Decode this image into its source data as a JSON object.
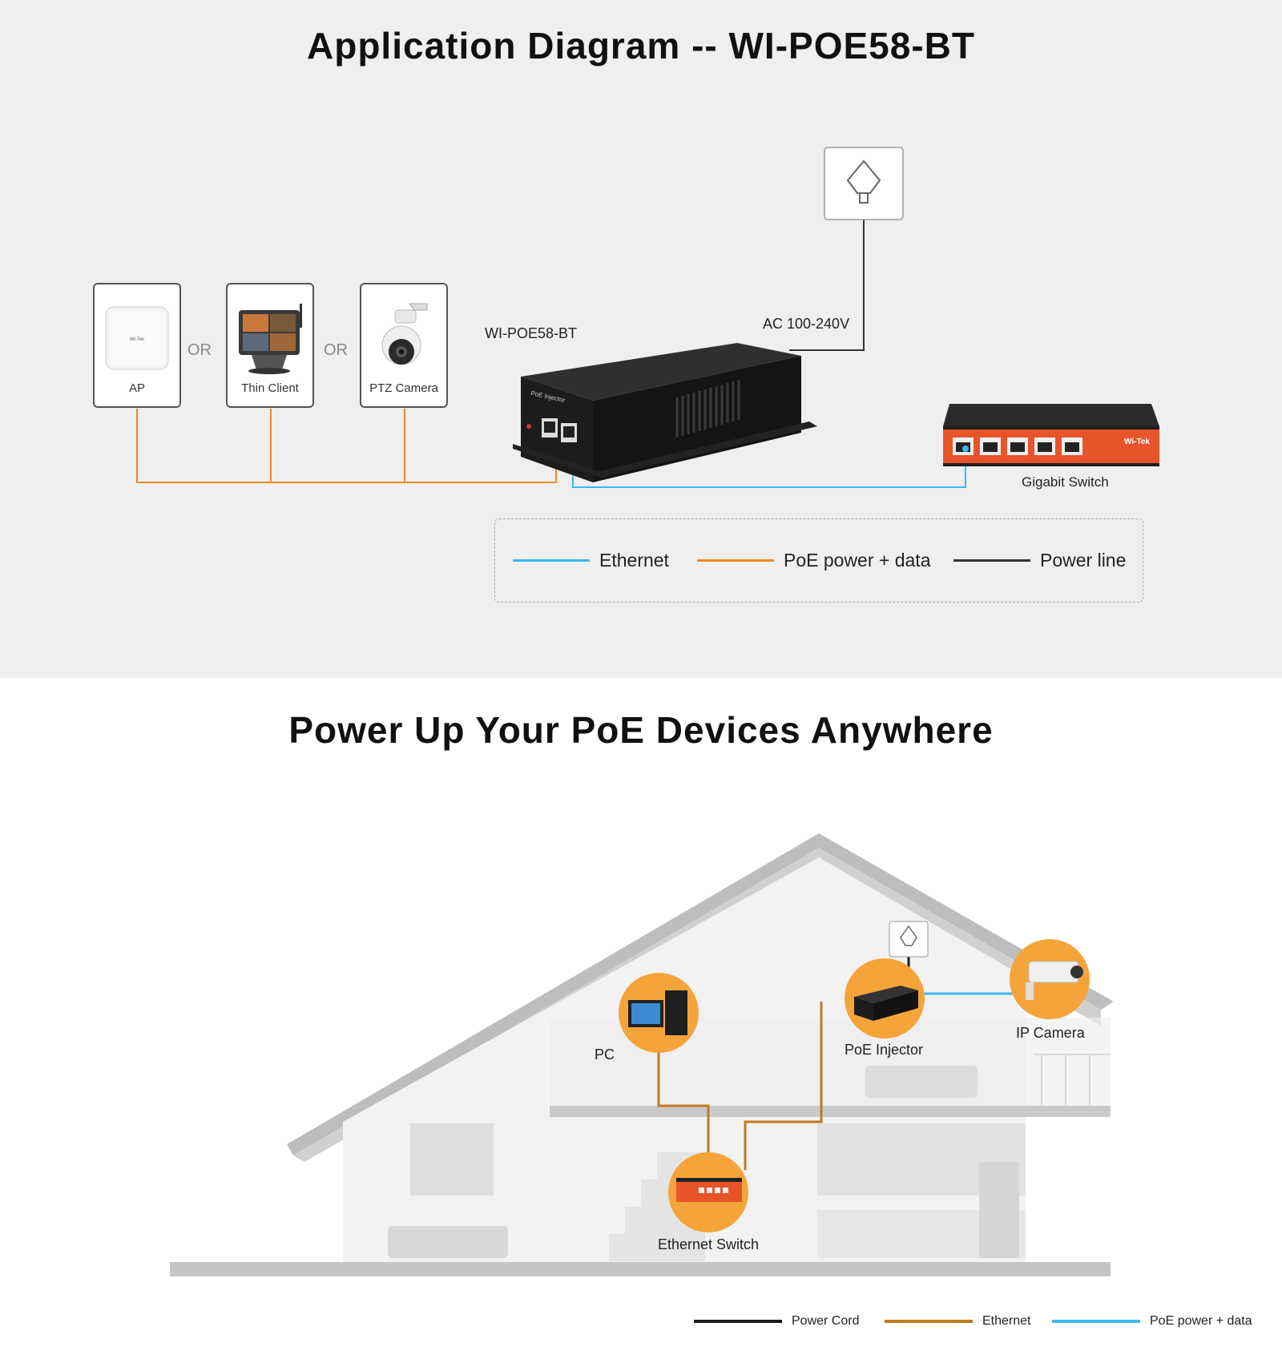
{
  "diagram1": {
    "title": "Application Diagram -- WI-POE58-BT",
    "devices": [
      {
        "label": "AP"
      },
      {
        "label": "Thin Client"
      },
      {
        "label": "PTZ Camera"
      }
    ],
    "or_label": "OR",
    "injector_label": "WI-POE58-BT",
    "injector_face_text": "PoE Injector",
    "power_label": "AC  100-240V",
    "switch_label": "Gigabit Switch",
    "switch_brand": "Wi-Tek",
    "legend": [
      {
        "label": "Ethernet",
        "color": "#3cb8f0"
      },
      {
        "label": "PoE power + data",
        "color": "#f08a24"
      },
      {
        "label": "Power line",
        "color": "#333333"
      }
    ]
  },
  "diagram2": {
    "title": "Power Up Your PoE Devices Anywhere",
    "labels": {
      "pc": "PC",
      "poe_injector": "PoE Injector",
      "ip_camera": "IP Camera",
      "ethernet_switch": "Ethernet Switch"
    },
    "legend": [
      {
        "label": "Power Cord",
        "color": "#1a1a1a"
      },
      {
        "label": "Ethernet",
        "color": "#c07a1e"
      },
      {
        "label": "PoE power + data",
        "color": "#3cb8f0"
      }
    ],
    "accent": "#f5a43a"
  }
}
